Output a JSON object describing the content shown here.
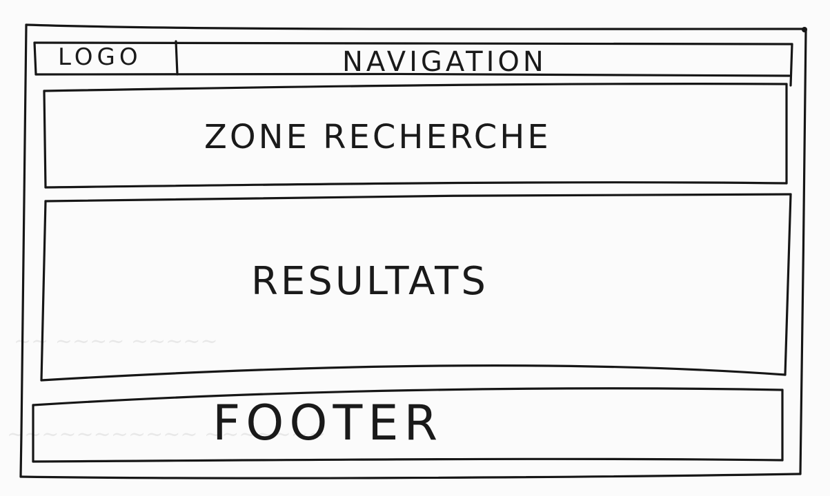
{
  "wireframe": {
    "header": {
      "logo": "LOGO",
      "navigation": "NAVIGATION"
    },
    "search": {
      "label": "ZONE RECHERCHE"
    },
    "results": {
      "label": "RESULTATS"
    },
    "footer": {
      "label": "FOOTER"
    }
  }
}
